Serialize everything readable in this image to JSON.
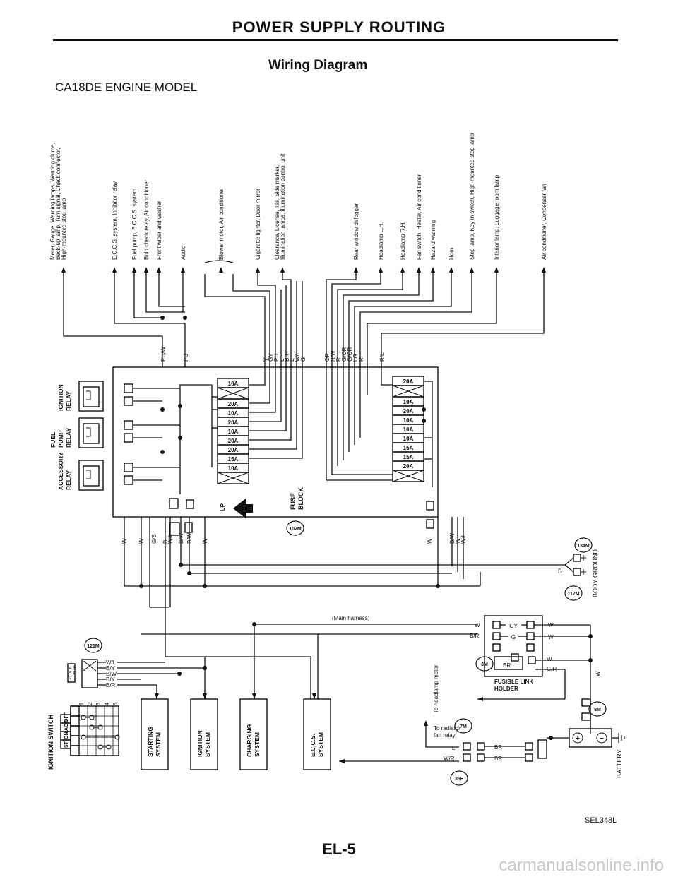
{
  "header": {
    "title": "POWER SUPPLY ROUTING",
    "subtitle": "Wiring Diagram",
    "model": "CA18DE ENGINE MODEL"
  },
  "loads": [
    {
      "lines": [
        "Meter, Gauge, Warning lamps, Warning chime,",
        "Back-up lamp, Turn signal, Check connector,",
        "High-mounted stop lamp"
      ]
    },
    {
      "lines": [
        "E.C.C.S. system, Inhibitor relay"
      ]
    },
    {
      "lines": [
        "Fuel pump, E.C.C.S. system"
      ]
    },
    {
      "lines": [
        "Bulb check relay, Air conditioner"
      ]
    },
    {
      "lines": [
        "Front wiper and washer"
      ]
    },
    {
      "lines": [
        "Audio"
      ]
    },
    {
      "lines": [
        "Blower motor, Air conditioner"
      ]
    },
    {
      "lines": [
        "Cigarette lighter, Door mirror"
      ]
    },
    {
      "lines": [
        "Clearance, License, Tail, Side marker,",
        "Illumination lamps, Illumination control unit"
      ]
    },
    {
      "lines": [
        "Rear window defogger"
      ]
    },
    {
      "lines": [
        "Headlamp L.H."
      ]
    },
    {
      "lines": [
        "Headlamp R.H."
      ]
    },
    {
      "lines": [
        "Fan switch, Heater, Air conditioner"
      ]
    },
    {
      "lines": [
        "Hazard warning"
      ]
    },
    {
      "lines": [
        "Horn"
      ]
    },
    {
      "lines": [
        "Stop lamp, Key-in switch, High-mounted stop lamp"
      ]
    },
    {
      "lines": [
        "Interior lamp, Luggage room lamp"
      ]
    },
    {
      "lines": [
        "Air conditioner, Condenser fan"
      ]
    }
  ],
  "wire_colors_top": [
    "PU/W",
    "PU",
    "Y",
    "GY",
    "PU",
    "L",
    "BR",
    "L",
    "W/L",
    "G",
    "OR",
    "R/W",
    "R",
    "G/OR",
    "G/OR",
    "LG",
    "R",
    "R/L"
  ],
  "fuses_left": [
    "10A",
    "20A",
    "10A",
    "20A",
    "10A",
    "20A",
    "20A",
    "15A",
    "10A"
  ],
  "fuses_right": [
    "20A",
    "10A",
    "20A",
    "10A",
    "10A",
    "10A",
    "15A",
    "15A",
    "20A"
  ],
  "relays": [
    {
      "lines": [
        "IGNITION",
        "RELAY"
      ]
    },
    {
      "lines": [
        "FUEL",
        "PUMP",
        "RELAY"
      ]
    },
    {
      "lines": [
        "ACCESSORY",
        "RELAY"
      ]
    }
  ],
  "fuse_block": {
    "label_lines": [
      "FUSE",
      "BLOCK"
    ],
    "up": "UP",
    "connector": "107M"
  },
  "wire_colors_bottom": [
    "W",
    "W",
    "G/B",
    "B",
    "W/L",
    "B/W",
    "B/W",
    "W",
    "W",
    "B/W",
    "W",
    "W/L"
  ],
  "ignition_switch": {
    "title": "IGNITION SWITCH",
    "positions": [
      "OFF",
      "ACC",
      "ON",
      "ST"
    ],
    "terminals": [
      "1",
      "2",
      "3",
      "4",
      "5"
    ],
    "connector": "121M",
    "wires": [
      "W/L",
      "B/Y",
      "B/W",
      "B/Y",
      "B/R"
    ],
    "terminal_marks": [
      "4",
      "3",
      "5",
      "1",
      "2"
    ]
  },
  "systems": [
    "STARTING SYSTEM",
    "IGNITION SYSTEM",
    "CHARGING SYSTEM",
    "E.C.C.S. SYSTEM"
  ],
  "fusible_link": {
    "harness": "(Main harness)",
    "wires_left": [
      "W",
      "B/R"
    ],
    "wires_inner": [
      "GY",
      "G",
      "BR"
    ],
    "wires_right": [
      "W",
      "W",
      "W",
      "G/R"
    ],
    "label_lines": [
      "FUSIBLE LINK",
      "HOLDER"
    ],
    "connector": "3M"
  },
  "ground": {
    "label": "BODY GROUND",
    "wire": "B",
    "connectors": [
      "134M",
      "117M"
    ]
  },
  "battery": {
    "label": "BATTERY",
    "plus": "+",
    "minus": "−",
    "wire": "W",
    "connector": "8M"
  },
  "radiator": {
    "headlamp_motor": "To headlamp motor",
    "radiator_lines": [
      "To radiator",
      "fan relay"
    ],
    "wires": [
      "L",
      "W/R",
      "BR",
      "BR"
    ],
    "connectors": [
      "7M",
      "35F"
    ]
  },
  "diagram_code": "SEL348L",
  "page_number": "EL-5",
  "watermark": "carmanualsonline.info"
}
